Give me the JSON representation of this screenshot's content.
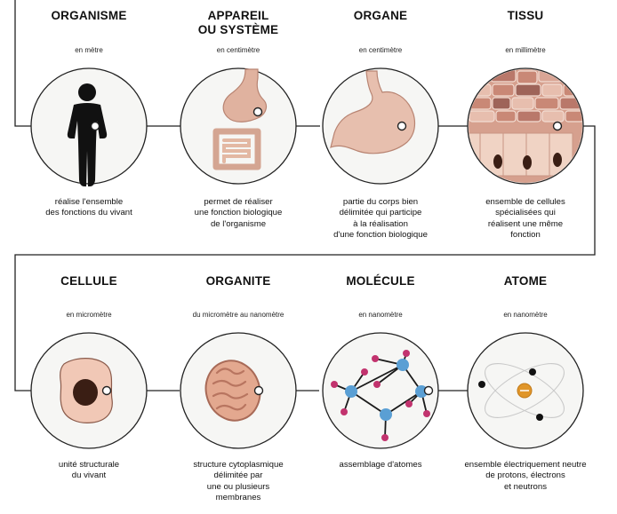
{
  "stages": [
    {
      "title": "ORGANISME",
      "unit": "en mètre",
      "description": "réalise l'ensemble\ndes fonctions du vivant",
      "icon": "human-figure-icon"
    },
    {
      "title": "APPAREIL\nOU SYSTÈME",
      "unit": "en centimètre",
      "description": "permet de réaliser\nune fonction biologique\nde l'organisme",
      "icon": "digestive-system-icon"
    },
    {
      "title": "ORGANE",
      "unit": "en centimètre",
      "description": "partie du corps bien\ndélimitée qui participe\nà la réalisation\nd'une fonction biologique",
      "icon": "stomach-icon"
    },
    {
      "title": "TISSU",
      "unit": "en millimètre",
      "description": "ensemble de cellules\nspécialisées qui\nréalisent une même\nfonction",
      "icon": "tissue-icon"
    },
    {
      "title": "CELLULE",
      "unit": "en micromètre",
      "description": "unité structurale\ndu vivant",
      "icon": "cell-icon"
    },
    {
      "title": "ORGANITE",
      "unit": "du micromètre au nanomètre",
      "description": "structure cytoplasmique\ndélimitée par\nune ou plusieurs\nmembranes",
      "icon": "mitochondrion-icon"
    },
    {
      "title": "MOLÉCULE",
      "unit": "en nanomètre",
      "description": "assemblage d'atomes",
      "icon": "molecule-icon"
    },
    {
      "title": "ATOME",
      "unit": "en nanomètre",
      "description": "ensemble électriquement neutre\nde protons, électrons\net neutrons",
      "icon": "atom-icon"
    }
  ],
  "colors": {
    "circle_fill": "#f6f6f4",
    "line": "#222222",
    "flesh": "#e3b8a3",
    "flesh_dark": "#b88472",
    "nucleus": "#3a1e14",
    "molecule_blue": "#5a9fd4",
    "molecule_pink": "#c2336e",
    "atom_gold": "#e0962a"
  }
}
